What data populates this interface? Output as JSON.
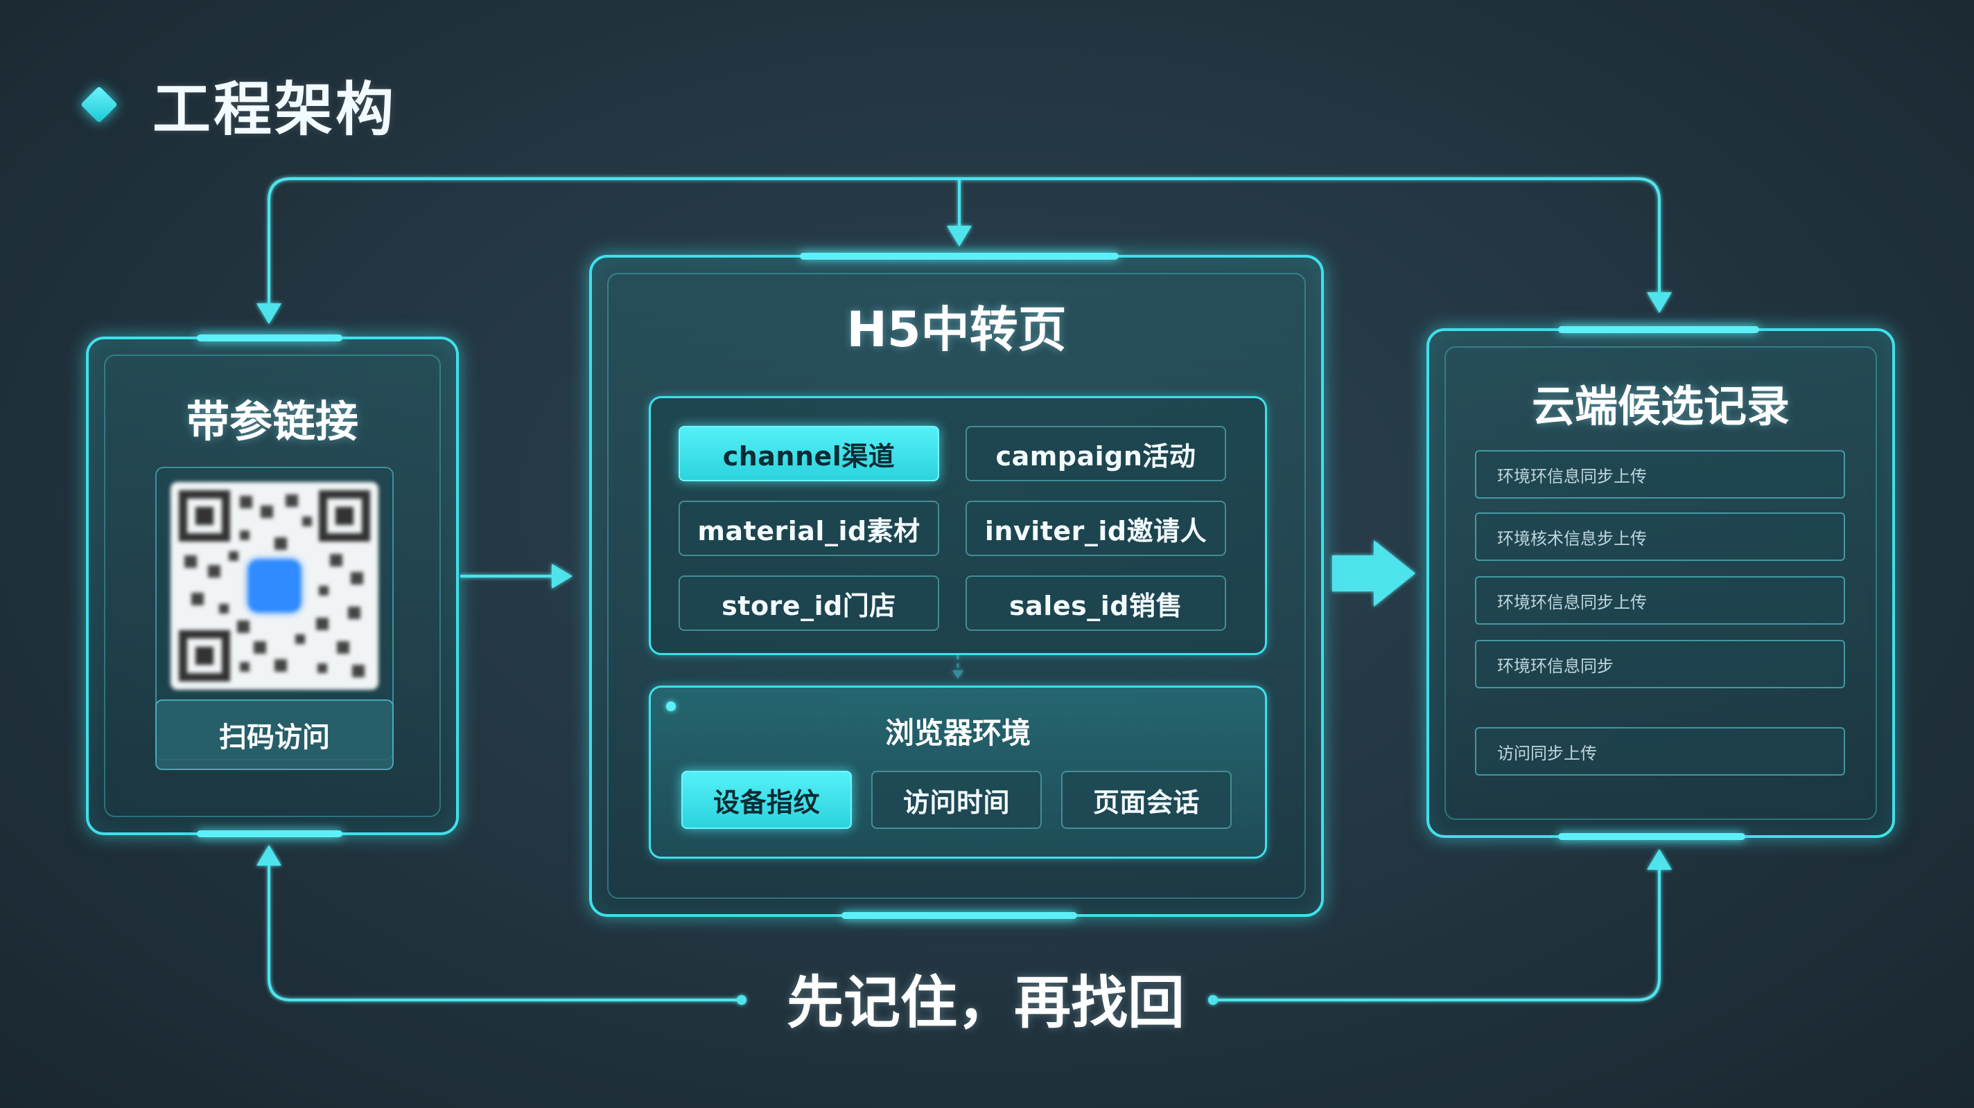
{
  "page_title": "工程架构",
  "left_panel": {
    "title": "带参链接",
    "scan_label": "扫码访问"
  },
  "center_panel": {
    "title": "H5中转页",
    "params": [
      {
        "label": "channel渠道",
        "active": true
      },
      {
        "label": "campaign活动",
        "active": false
      },
      {
        "label": "material_id素材",
        "active": false
      },
      {
        "label": "inviter_id邀请人",
        "active": false
      },
      {
        "label": "store_id门店",
        "active": false
      },
      {
        "label": "sales_id销售",
        "active": false
      }
    ],
    "browser": {
      "title": "浏览器环境",
      "items": [
        {
          "label": "设备指纹",
          "active": true
        },
        {
          "label": "访问时间",
          "active": false
        },
        {
          "label": "页面会话",
          "active": false
        }
      ]
    }
  },
  "right_panel": {
    "title": "云端候选记录",
    "records": [
      "环境环信息同步上传",
      "环境核术信息步上传",
      "环境环信息同步上传",
      "环境环信息同步",
      "访问同步上传"
    ]
  },
  "motto": "先记住，再找回",
  "colors": {
    "accent": "#3fe0ea",
    "accent_glow": "#5df0f8",
    "background": "#22343f"
  }
}
